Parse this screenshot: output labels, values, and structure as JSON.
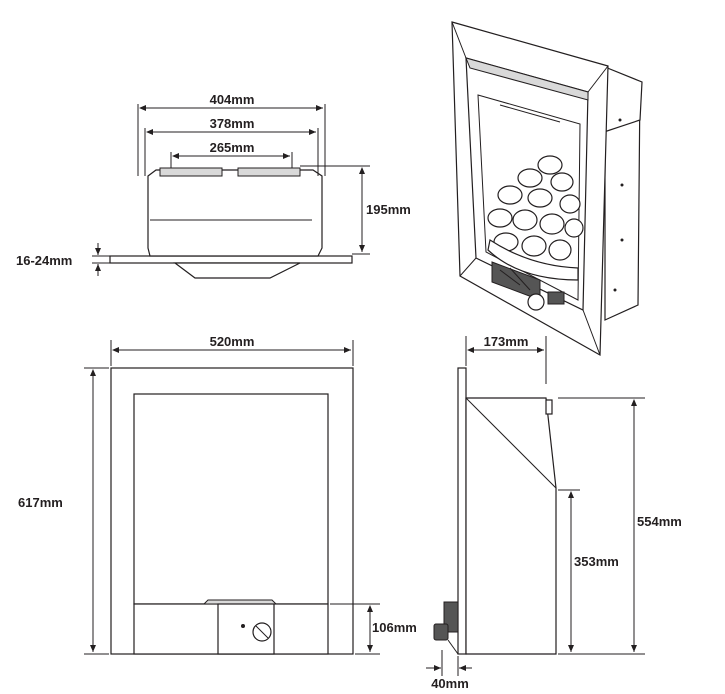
{
  "dimensions": {
    "top_width_404": "404mm",
    "top_width_378": "378mm",
    "top_width_265": "265mm",
    "top_depth_195": "195mm",
    "top_frame_16_24": "16-24mm",
    "front_width_520": "520mm",
    "front_height_617": "617mm",
    "front_tray_106": "106mm",
    "side_depth_173": "173mm",
    "side_height_554": "554mm",
    "side_height_353": "353mm",
    "side_bottom_40": "40mm"
  },
  "colors": {
    "line": "#231f20",
    "shade": "#d9d9d9"
  }
}
